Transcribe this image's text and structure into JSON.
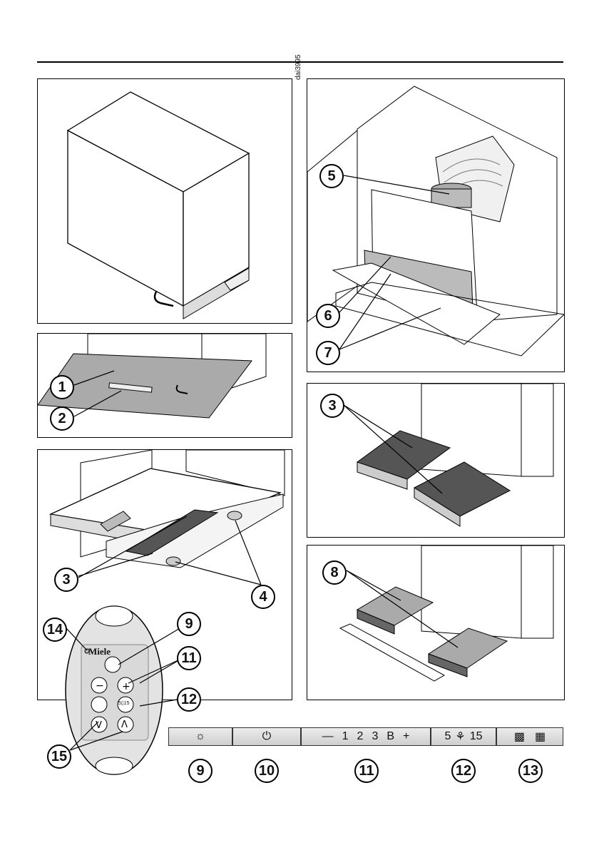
{
  "diagram_code": "dai3995",
  "brand": "Miele",
  "callouts": {
    "c1": "1",
    "c2": "2",
    "c3a": "3",
    "c3b": "3",
    "c4": "4",
    "c5": "5",
    "c6": "6",
    "c7": "7",
    "c8": "8",
    "c9": "9",
    "c11": "11",
    "c12": "12",
    "c14": "14",
    "c15": "15"
  },
  "control_strip": {
    "light_icon": "sun-icon",
    "power_icon": "power-icon",
    "fan_minus": "—",
    "fan_levels": [
      "1",
      "2",
      "3",
      "B"
    ],
    "fan_plus": "+",
    "timer_left": "5",
    "timer_right": "15",
    "filter_icons": [
      "grease-filter-icon",
      "charcoal-filter-icon"
    ]
  },
  "strip_labels": [
    "9",
    "10",
    "11",
    "12",
    "13"
  ],
  "remote": {
    "timer_key": "5▯15"
  }
}
